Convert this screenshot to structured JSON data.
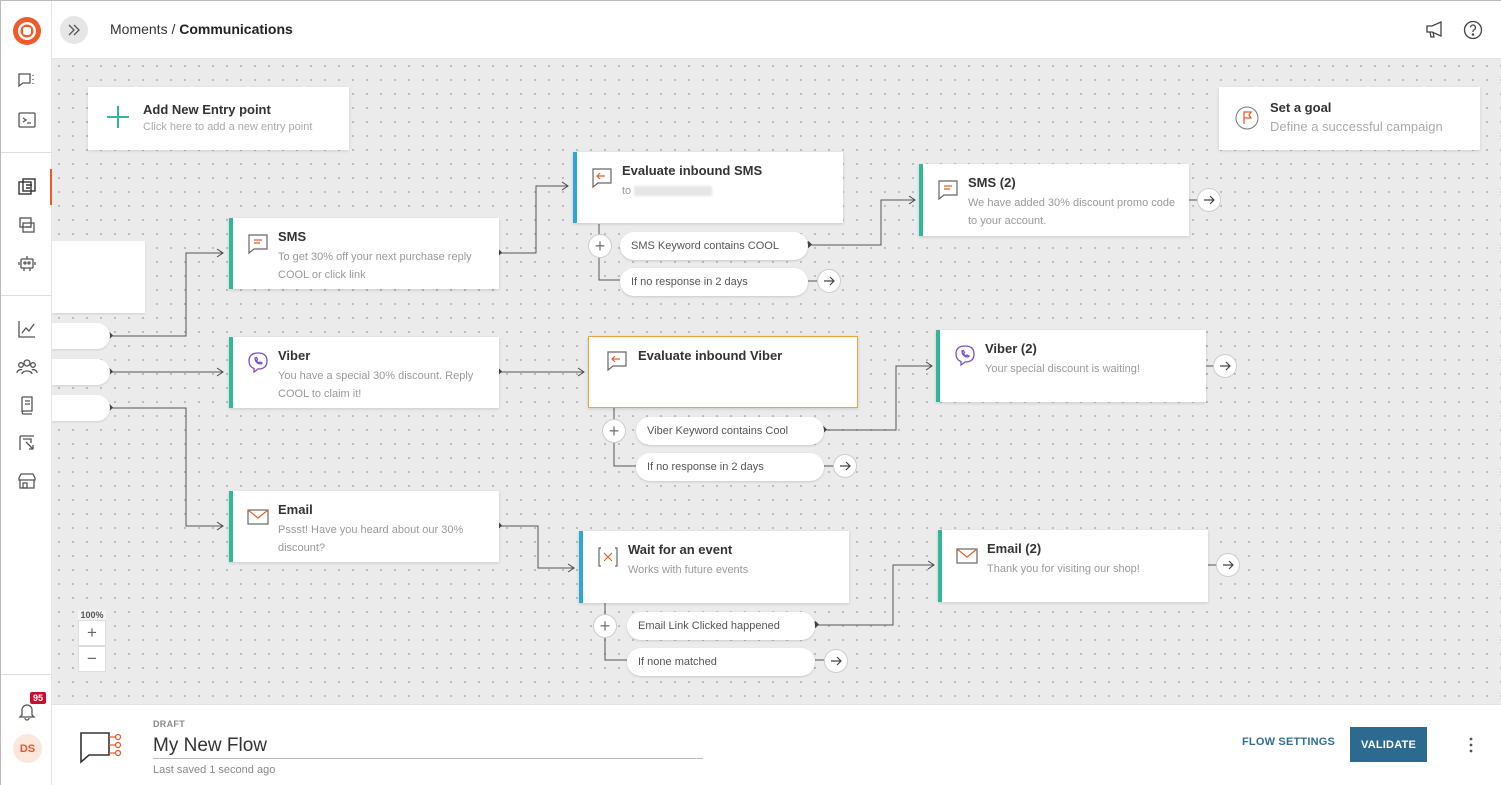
{
  "breadcrumb": {
    "parent": "Moments",
    "separator": " / ",
    "current": "Communications"
  },
  "sidebar": {
    "icons": [
      "conversations-icon",
      "terminal-icon",
      "flows-icon",
      "broadcast-icon",
      "bot-icon",
      "analytics-icon",
      "people-icon",
      "docs-icon",
      "campaign-icon",
      "store-icon"
    ],
    "notifications_count": "95",
    "avatar_initials": "DS",
    "accent_color": "#ef5b2b"
  },
  "header_icons": [
    "announcements-icon",
    "help-icon"
  ],
  "canvas": {
    "entry": {
      "title": "Add New Entry point",
      "subtitle": "Click here to add a new entry point"
    },
    "goal": {
      "title": "Set a goal",
      "subtitle": "Define a successful campaign"
    },
    "nodes": {
      "sms": {
        "title": "SMS",
        "desc": "To get 30% off your next purchase reply COOL or click link"
      },
      "viber": {
        "title": "Viber",
        "desc": "You have a special 30% discount. Reply COOL to claim it!"
      },
      "email": {
        "title": "Email",
        "desc": "Pssst! Have you heard about our 30% discount?"
      },
      "eval_sms": {
        "title": "Evaluate inbound SMS",
        "to": "to"
      },
      "eval_viber": {
        "title": "Evaluate inbound Viber"
      },
      "wait_event": {
        "title": "Wait for an event",
        "desc": "Works with future events"
      },
      "sms2": {
        "title": "SMS (2)",
        "desc": "We have added 30% discount promo code to your account."
      },
      "viber2": {
        "title": "Viber (2)",
        "desc": "Your special discount is waiting!"
      },
      "email2": {
        "title": "Email (2)",
        "desc": "Thank you for visiting our shop!"
      }
    },
    "conditions": {
      "sms_keyword": "SMS Keyword contains COOL",
      "sms_noresp": "If no response in 2 days",
      "viber_keyword": "Viber Keyword contains Cool",
      "viber_noresp": "If no response in 2 days",
      "email_clicked": "Email Link Clicked happened",
      "email_none": "If none matched"
    },
    "zoom": {
      "level": "100%",
      "in": "+",
      "out": "−"
    }
  },
  "footer": {
    "status": "DRAFT",
    "flow_name": "My New Flow",
    "saved": "Last saved 1 second ago",
    "settings_label": "FLOW SETTINGS",
    "validate_label": "VALIDATE",
    "primary_color": "#2d6a8f"
  }
}
